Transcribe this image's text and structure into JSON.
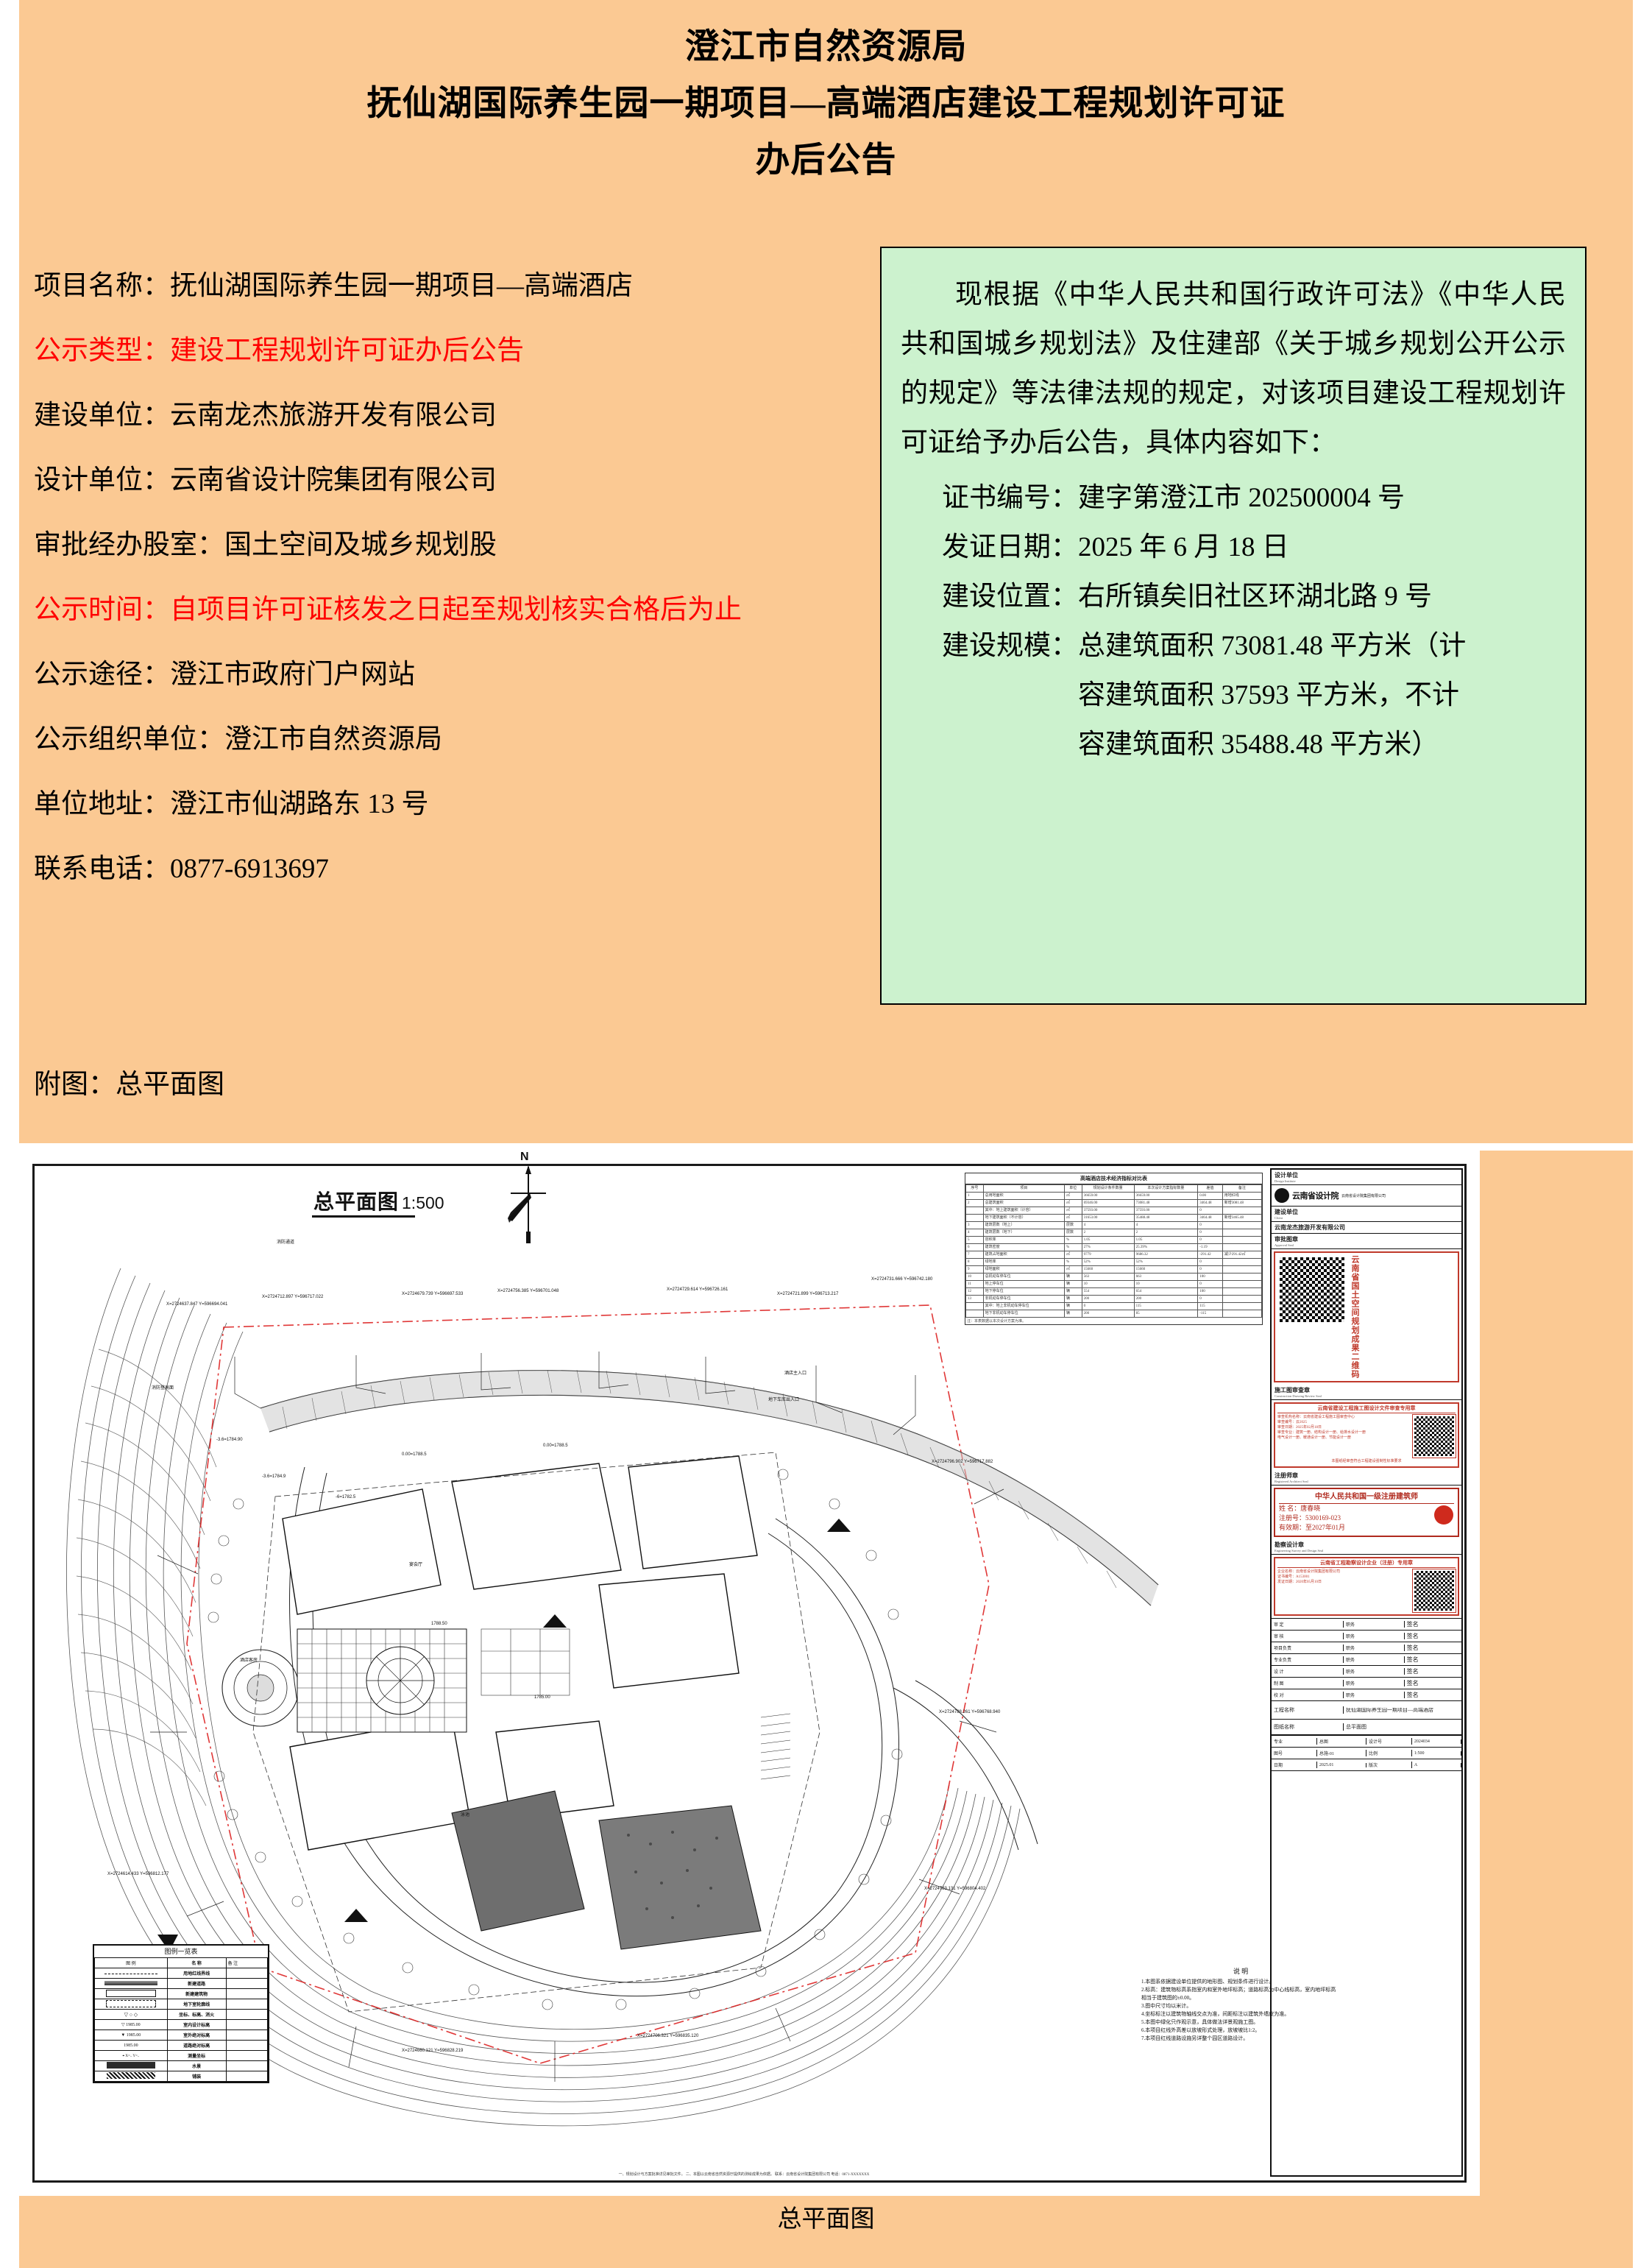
{
  "notice": {
    "title_lines": [
      "澄江市自然资源局",
      "抚仙湖国际养生园一期项目—高端酒店建设工程规划许可证",
      "办后公告"
    ],
    "info_rows": [
      {
        "label": "项目名称：",
        "value": "抚仙湖国际养生园一期项目—高端酒店",
        "red": false
      },
      {
        "label": "公示类型：",
        "value": "建设工程规划许可证办后公告",
        "red": true
      },
      {
        "label": "建设单位：",
        "value": "云南龙杰旅游开发有限公司",
        "red": false
      },
      {
        "label": "设计单位：",
        "value": "云南省设计院集团有限公司",
        "red": false
      },
      {
        "label": "审批经办股室：",
        "value": "国土空间及城乡规划股",
        "red": false
      },
      {
        "label": "公示时间：",
        "value": "自项目许可证核发之日起至规划核实合格后为止",
        "red": true
      },
      {
        "label": "公示途径：",
        "value": "澄江市政府门户网站",
        "red": false
      },
      {
        "label": "公示组织单位：",
        "value": "澄江市自然资源局",
        "red": false
      },
      {
        "label": "单位地址：",
        "value": "澄江市仙湖路东 13 号",
        "red": false
      },
      {
        "label": "联系电话：",
        "value": "0877-6913697",
        "red": false
      }
    ],
    "green_box": {
      "paragraph": "现根据《中华人民共和国行政许可法》《中华人民共和国城乡规划法》及住建部《关于城乡规划公开公示的规定》等法律法规的规定，对该项目建设工程规划许可证给予办后公告，具体内容如下：",
      "items": [
        {
          "label": "证书编号：",
          "value": "建字第澄江市 202500004 号"
        },
        {
          "label": "发证日期：",
          "value": "2025 年 6 月 18 日"
        },
        {
          "label": "建设位置：",
          "value": "右所镇矣旧社区环湖北路 9 号"
        },
        {
          "label": "建设规模：",
          "value": "总建筑面积 73081.48 平方米（计"
        }
      ],
      "scale_cont": [
        "容建筑面积 37593 平方米，不计",
        "容建筑面积 35488.48 平方米）"
      ]
    },
    "attachment_label": "附图：总平面图",
    "colors": {
      "background": "#fbc993",
      "green_box": "#ccf2ce",
      "highlight_red": "#ff0000"
    }
  },
  "drawing": {
    "caption": "总平面图",
    "plan_title": "总平面图",
    "plan_scale": "1:500",
    "north_label": "N",
    "econ_table": {
      "caption": "高端酒店技术经济指标对比表",
      "headers": [
        "序号",
        "项目",
        "单位",
        "规划设计条件数量",
        "本次设计方案指标数量",
        "差值",
        "备注"
      ],
      "rows": [
        [
          "1",
          "总用地面积",
          "㎡",
          "36659.00",
          "36659.00",
          "0.00",
          "用地红线"
        ],
        [
          "2",
          "总建筑面积",
          "㎡",
          "69346.00",
          "73081.48",
          "3464.48",
          "新增3081.48"
        ],
        [
          "",
          "其中：地上建筑面积（计容）",
          "㎡",
          "37593.00",
          "37593.00",
          "0",
          ""
        ],
        [
          "",
          "地下建筑面积（不计容）",
          "㎡",
          "31653.00",
          "35488.48",
          "3464.48",
          "新增3465.48"
        ],
        [
          "3",
          "建筑层数（地上）",
          "层数",
          "4",
          "4",
          "0",
          ""
        ],
        [
          "4",
          "建筑层数（地下）",
          "层数",
          "2",
          "2",
          "0",
          ""
        ],
        [
          "5",
          "容积率",
          "%",
          "1.05",
          "1.05",
          "0",
          ""
        ],
        [
          "6",
          "建筑密度",
          "%",
          "27%",
          "25.39%",
          "-1.19",
          ""
        ],
        [
          "7",
          "建筑占地面积",
          "㎡",
          "9779",
          "9686.32",
          "-291.42",
          "减少291.42㎡"
        ],
        [
          "8",
          "绿地率",
          "%",
          "52%",
          "52%",
          "0",
          ""
        ],
        [
          "9",
          "绿地面积",
          "㎡",
          "15660",
          "15660",
          "0",
          ""
        ],
        [
          "10",
          "总机动车停车位",
          "辆",
          "563",
          "663",
          "100",
          ""
        ],
        [
          "11",
          "地上停车位",
          "辆",
          "10",
          "10",
          "0",
          ""
        ],
        [
          "12",
          "地下停车位",
          "辆",
          "554",
          "654",
          "100",
          ""
        ],
        [
          "13",
          "非机动车停车位",
          "辆",
          "200",
          "200",
          "0",
          ""
        ],
        [
          "",
          "其中：地上非机动车停车位",
          "辆",
          "0",
          "115",
          "115",
          ""
        ],
        [
          "",
          "地下非机动车停车位",
          "辆",
          "200",
          "85",
          "-115",
          ""
        ]
      ],
      "footnote": "注：本表数据以本次设计方案为准。"
    },
    "titleblock": {
      "bands": [
        {
          "cn": "设计单位",
          "en": "Design Institute"
        },
        {
          "cn": "建设单位",
          "en": "Client"
        },
        {
          "cn": "审批图章",
          "en": "Approval Seal"
        },
        {
          "cn": "施工图审查章",
          "en": "Construction Drawing Review Seal"
        },
        {
          "cn": "注册师章",
          "en": "Registered Architect Seal"
        },
        {
          "cn": "勘察设计章",
          "en": "Engineering Survey and Design Seal"
        }
      ],
      "design_institute": "云南省设计院集团有限公司",
      "design_institute_short": "云南省设计院",
      "client": "云南龙杰旅游开发有限公司",
      "review_stamp": {
        "title": "云南省建设工程施工图设计文件审查专用章",
        "lines": [
          "审查机构名称：云南省建设工程施工图审查中心",
          "审查编号：云2025",
          "审查日期：2025年02月18日",
          "审查专业：建筑一册、结构设计一册、给排水设计一册",
          "电气设计一册、暖通设计一册、节能设计一册",
          "本图纸经审查符合工程建设强制性标准要求"
        ]
      },
      "architect_stamp": {
        "title": "中华人民共和国一级注册建筑师",
        "name_label": "姓 名：",
        "name": "唐春晓",
        "reg_label": "注册号：",
        "reg_no": "5300169-023",
        "valid_label": "有效期：",
        "valid": "至2027年01月"
      },
      "survey_stamp": {
        "title": "云南省工程勘察设计企业（注册）专用章",
        "lines": [
          "企业名称：云南省设计院集团有限公司",
          "证书编号：A153001",
          "发证日期：2020年05月10日"
        ]
      },
      "qr_side_text": "云南省国土空间规划成果二维码",
      "signature_rows": [
        {
          "role": "审 定",
          "title": "职务",
          "sign": "签名"
        },
        {
          "role": "审 核",
          "title": "职务",
          "sign": "签名"
        },
        {
          "role": "项目负责",
          "title": "职务",
          "sign": "签名"
        },
        {
          "role": "专业负责",
          "title": "职务",
          "sign": "签名"
        },
        {
          "role": "设 计",
          "title": "职务",
          "sign": "签名"
        },
        {
          "role": "制 图",
          "title": "职务",
          "sign": "签名"
        },
        {
          "role": "校 对",
          "title": "职务",
          "sign": "签名"
        }
      ],
      "project_label": "工程名称",
      "project_name": "抚仙湖国际养生园一期项目—高端酒店",
      "drawing_label": "图纸名称",
      "drawing_name": "总平面图",
      "meta_rows": [
        {
          "k": "专业",
          "v": "总图"
        },
        {
          "k": "设计号",
          "v": "2024034"
        },
        {
          "k": "图号",
          "v": "总施-01"
        },
        {
          "k": "比例",
          "v": "1:500"
        },
        {
          "k": "日期",
          "v": "2025.01"
        },
        {
          "k": "版次",
          "v": "A"
        }
      ]
    },
    "legend": {
      "caption": "图例一览表",
      "headers": [
        "图 例",
        "名 称",
        "备 注"
      ],
      "rows": [
        {
          "name": "用地红线界线",
          "note": ""
        },
        {
          "name": "新建道路",
          "note": ""
        },
        {
          "name": "新建建筑物",
          "note": ""
        },
        {
          "name": "地下室轮廓线",
          "note": ""
        },
        {
          "name": "坐标、标高、消火",
          "note": ""
        },
        {
          "name": "室内设计标高",
          "note": ""
        },
        {
          "name": "室外绝对标高",
          "note": ""
        },
        {
          "name": "道路绝对标高",
          "note": ""
        },
        {
          "name": "测量坐标",
          "note": ""
        },
        {
          "name": "水景",
          "note": ""
        },
        {
          "name": "铺装",
          "note": ""
        }
      ],
      "elev_sample": "1985.00"
    },
    "notes": {
      "title": "说 明",
      "items": [
        "1.本图系依据建设单位提供的地形图、规划条件进行设计。",
        "2.标高：建筑物标高系指室内和室外地坪标高；道路标高为中心线标高，室内地坪标高相当于建筑图的±0.00。",
        "3.图中尺寸均以米计。",
        "4.坐标标注以建筑物轴线交点为准，间距标注以建筑外墙皮为准。",
        "5.本图中绿化只作观示意，具体做法详景观施工图。",
        "6.本项目红线外高差以放坡形式处理，放坡坡比1:2。",
        "7.本项目红线道路设施另详整个园区道路设计。"
      ]
    },
    "plan_callouts": [
      "消防通道",
      "消防登高面",
      "酒店主入口",
      "地下车库出入口",
      "宴会厅",
      "酒店客房",
      "泳池"
    ],
    "coordinate_labels": [
      "X=2724731.666  Y=596742.180",
      "X=2724729.614  Y=596726.161",
      "X=2724721.899  Y=596713.217",
      "X=2724679.739  Y=596697.533",
      "X=2724637.847  Y=596694.041",
      "X=2724712.897  Y=596717.022",
      "X=2724756.385  Y=596701.048",
      "X=2724796.902  Y=596717.882",
      "X=2724788.261  Y=596768.940",
      "X=2724783.131  Y=596804.402",
      "X=2724706.321  Y=596835.120",
      "X=2724660.121  Y=596828.219",
      "X=2724614.433  Y=596812.177"
    ],
    "elevation_labels": [
      "-3.6=1784.90",
      "-3.6=1784.9",
      "-6=1782.5",
      "0.00=1788.5",
      "0.00=1788.5",
      "1788.50",
      "1785.00"
    ],
    "footnote": "一、规划设计与方案批准详见审批文件。   二、本图以云南省自然资源厅提供的测绘成果为依据。   联系：云南省设计院集团有限公司  电话：0871-XXXXXXX"
  }
}
